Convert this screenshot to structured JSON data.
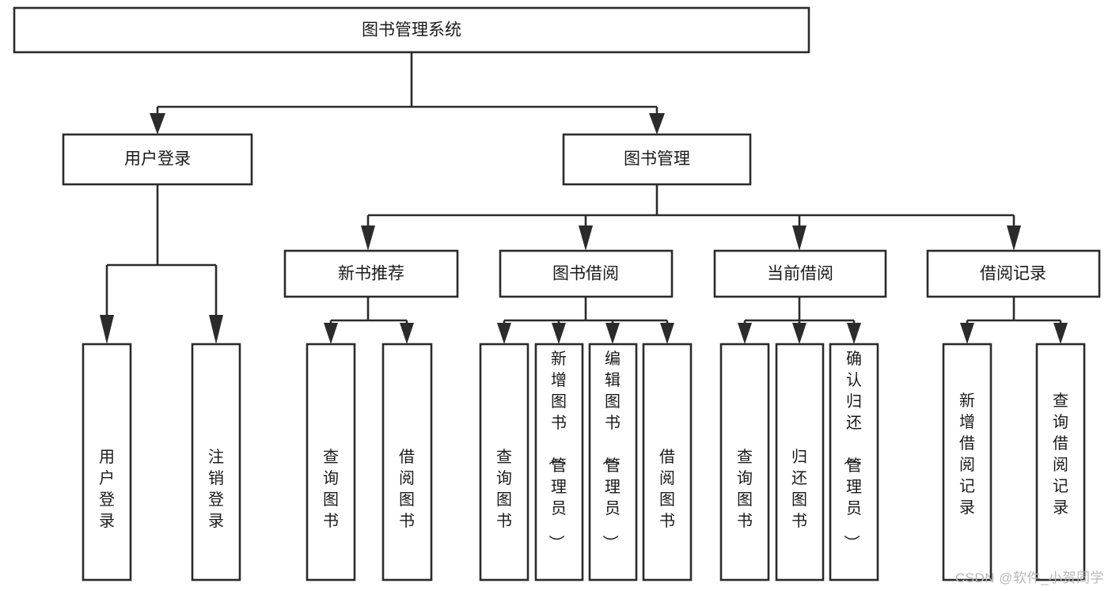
{
  "diagram": {
    "title": "图书管理系统",
    "type": "tree",
    "orientation": "top-down",
    "colors": {
      "background": "#ffffff",
      "box_fill": "#ffffff",
      "box_stroke": "#2b2b2b",
      "connector": "#2b2b2b",
      "text": "#1a1a1a",
      "watermark": "#b9b9b9"
    },
    "levels": [
      {
        "level": 1,
        "nodes": [
          {
            "id": "root",
            "label": "图书管理系统",
            "orientation": "horizontal"
          }
        ]
      },
      {
        "level": 2,
        "nodes": [
          {
            "id": "user-login",
            "label": "用户登录",
            "orientation": "horizontal",
            "parent": "root"
          },
          {
            "id": "book-manage",
            "label": "图书管理",
            "orientation": "horizontal",
            "parent": "root"
          }
        ]
      },
      {
        "level": 3,
        "nodes": [
          {
            "id": "new-book-rec",
            "label": "新书推荐",
            "orientation": "horizontal",
            "parent": "book-manage"
          },
          {
            "id": "book-borrow",
            "label": "图书借阅",
            "orientation": "horizontal",
            "parent": "book-manage"
          },
          {
            "id": "current-borrow",
            "label": "当前借阅",
            "orientation": "horizontal",
            "parent": "book-manage"
          },
          {
            "id": "borrow-record",
            "label": "借阅记录",
            "orientation": "horizontal",
            "parent": "book-manage"
          }
        ]
      },
      {
        "level": 4,
        "nodes": [
          {
            "id": "leaf-user-login",
            "label": "用户登录",
            "orientation": "vertical",
            "parent": "user-login"
          },
          {
            "id": "leaf-logout",
            "label": "注销登录",
            "orientation": "vertical",
            "parent": "user-login"
          },
          {
            "id": "leaf-query-book-1",
            "label": "查询图书",
            "orientation": "vertical",
            "parent": "new-book-rec"
          },
          {
            "id": "leaf-borrow-book-1",
            "label": "借阅图书",
            "orientation": "vertical",
            "parent": "new-book-rec"
          },
          {
            "id": "leaf-query-book-2",
            "label": "查询图书",
            "orientation": "vertical",
            "parent": "book-borrow"
          },
          {
            "id": "leaf-add-book",
            "label": "新增图书（管理员）",
            "orientation": "vertical",
            "parent": "book-borrow"
          },
          {
            "id": "leaf-edit-book",
            "label": "编辑图书（管理员）",
            "orientation": "vertical",
            "parent": "book-borrow"
          },
          {
            "id": "leaf-borrow-book-2",
            "label": "借阅图书",
            "orientation": "vertical",
            "parent": "book-borrow"
          },
          {
            "id": "leaf-query-book-3",
            "label": "查询图书",
            "orientation": "vertical",
            "parent": "current-borrow"
          },
          {
            "id": "leaf-return-book",
            "label": "归还图书",
            "orientation": "vertical",
            "parent": "current-borrow"
          },
          {
            "id": "leaf-confirm-return",
            "label": "确认归还（管理员）",
            "orientation": "vertical",
            "parent": "current-borrow"
          },
          {
            "id": "leaf-add-record",
            "label": "新增借阅记录",
            "orientation": "vertical",
            "parent": "borrow-record"
          },
          {
            "id": "leaf-query-record",
            "label": "查询借阅记录",
            "orientation": "vertical",
            "parent": "borrow-record"
          }
        ]
      }
    ]
  },
  "watermark": {
    "text": "CSDN @软件_小贺同学"
  }
}
